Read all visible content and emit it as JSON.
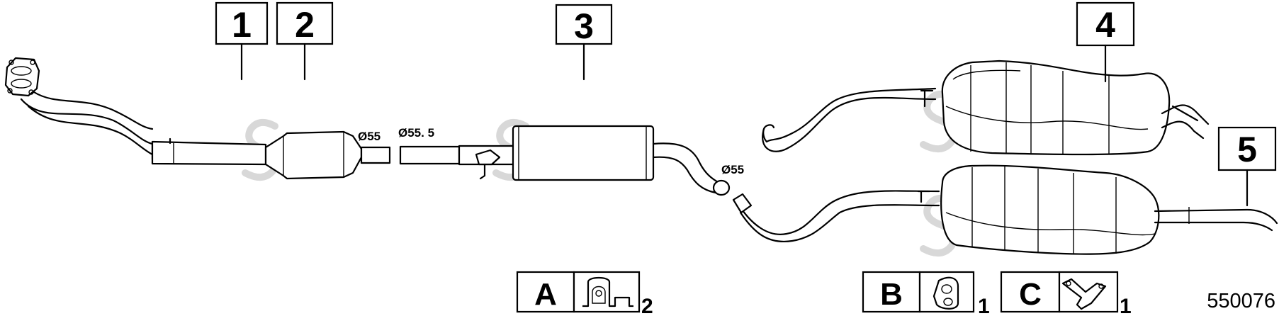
{
  "callouts": [
    {
      "id": "1",
      "label": "1"
    },
    {
      "id": "2",
      "label": "2"
    },
    {
      "id": "3",
      "label": "3"
    },
    {
      "id": "4",
      "label": "4"
    },
    {
      "id": "5",
      "label": "5"
    }
  ],
  "dimensions": {
    "cat_outlet": "Ø55",
    "mid_inlet": "Ø55. 5",
    "mid_outlet": "Ø55"
  },
  "kits": [
    {
      "letter": "A",
      "qty": "2",
      "icon": "rubber-hanger-icon"
    },
    {
      "letter": "B",
      "qty": "1",
      "icon": "exhaust-hanger-icon"
    },
    {
      "letter": "C",
      "qty": "1",
      "icon": "mounting-bracket-icon"
    }
  ],
  "drawing_number": "550076",
  "colors": {
    "line": "#000000",
    "watermark": "#d8d8d8",
    "background": "#ffffff"
  }
}
